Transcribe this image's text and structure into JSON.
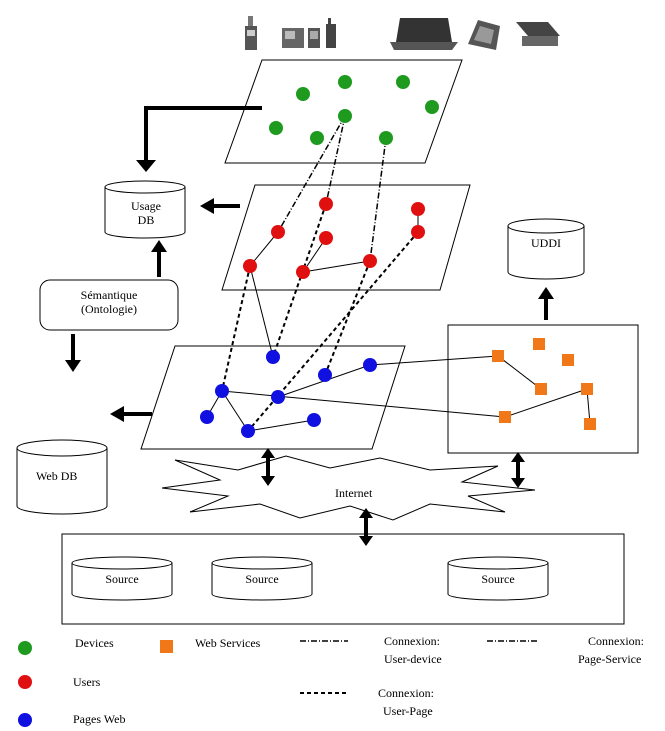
{
  "databases": {
    "usage": {
      "line1": "Usage",
      "line2": "DB"
    },
    "uddi": "UDDI",
    "web": "Web DB",
    "sources": [
      "Source",
      "Source",
      "Source"
    ]
  },
  "semantique": {
    "line1": "Sémantique",
    "line2": "(Ontologie)"
  },
  "internet": "Internet",
  "legend": {
    "devices": "Devices",
    "users": "Users",
    "pages": "Pages Web",
    "services": "Web Services",
    "conn_user_device_1": "Connexion:",
    "conn_user_device_2": "User-device",
    "conn_page_service_1": "Connexion:",
    "conn_page_service_2": "Page-Service",
    "conn_user_page_1": "Connexion:",
    "conn_user_page_2": "User-Page"
  },
  "colors": {
    "device": "#1e9a1e",
    "user": "#e01010",
    "page": "#1010e0",
    "service": "#f07818"
  },
  "icons": [
    "phone-icon",
    "handheld-icon",
    "pda-icon",
    "mobile-icon",
    "laptop-icon",
    "tablet-icon",
    "desktop-icon"
  ]
}
